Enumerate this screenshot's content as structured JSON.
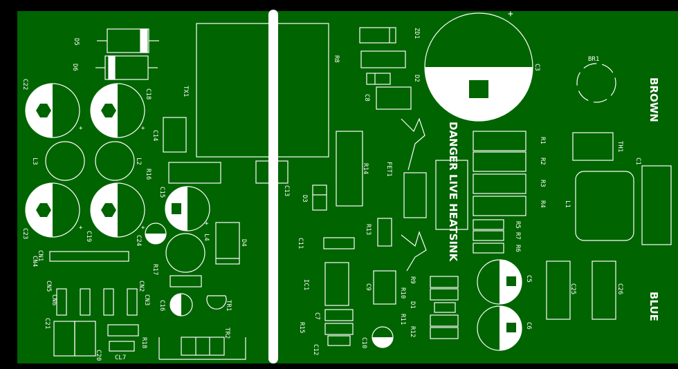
{
  "colors": {
    "board": "#006400",
    "silk": "#ffffff",
    "background": "#000000"
  },
  "designators": [
    "D5",
    "D6",
    "C22",
    "C18",
    "C14",
    "TX1",
    "L3",
    "L2",
    "R16",
    "C23",
    "C19",
    "C15",
    "C24",
    "L4",
    "D4",
    "CN1",
    "CN4",
    "R17",
    "CN5",
    "CN6",
    "CN2",
    "CN3",
    "C16",
    "TR1",
    "C21",
    "R18",
    "C20",
    "CL7",
    "TR2",
    "R8",
    "ZD1",
    "D2",
    "C8",
    "C3",
    "BR1",
    "FET1",
    "R14",
    "C13",
    "D3",
    "R1",
    "R2",
    "R3",
    "R4",
    "TH1",
    "C1",
    "L1",
    "R5",
    "R7",
    "R6",
    "R13",
    "C11",
    "IC1",
    "C9",
    "R9",
    "R10",
    "R11",
    "R12",
    "D1",
    "C5",
    "C6",
    "C7",
    "R15",
    "C12",
    "C10",
    "C25",
    "C26"
  ],
  "text": {
    "brown": "BROWN",
    "blue": "BLUE",
    "warning": "DANGER LIVE HEATSINK"
  }
}
